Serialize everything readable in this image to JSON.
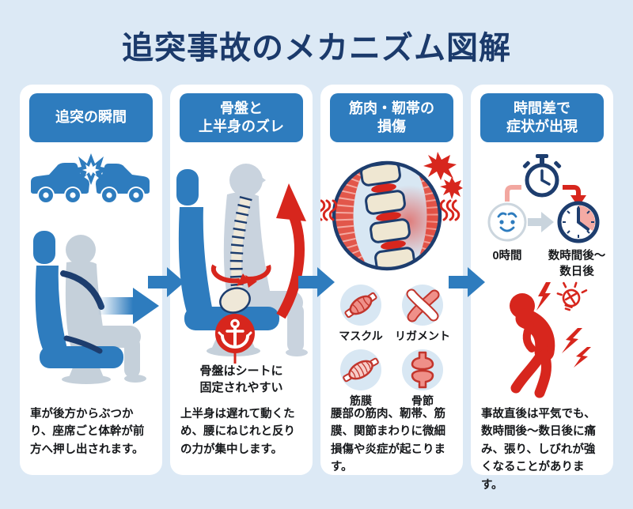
{
  "title": "追突事故のメカニズム図解",
  "steps": [
    {
      "header": "追突の瞬間",
      "description": "車が後方からぶつかり、座席ごと体幹が前方へ押し出されます。"
    },
    {
      "header": "骨盤と\n上半身のズレ",
      "caption": "骨盤はシートに\n固定されやすい",
      "description": "上半身は遅れて動くため、腰にねじれと反りの力が集中します。"
    },
    {
      "header": "筋肉・靭帯の\n損傷",
      "tissue_labels": [
        "マスクル",
        "リガメント",
        "筋膜",
        "骨節"
      ],
      "description": "腰部の筋肉、靭帯、筋膜、関節まわりに微細損傷や炎症が起こります。"
    },
    {
      "header": "時間差で\n症状が出現",
      "timeline": {
        "start": "0時間",
        "end": "数時間後〜\n数日後"
      },
      "description": "事故直後は平気でも、数時間後〜数日後に痛み、張り、しびれが強くなることがあります。"
    }
  ],
  "colors": {
    "background": "#dce9f5",
    "card": "#ffffff",
    "badge_blue": "#2e7cbe",
    "title_navy": "#1b3a6b",
    "accent_red": "#d7261d",
    "figure_gray": "#c5d0da"
  }
}
